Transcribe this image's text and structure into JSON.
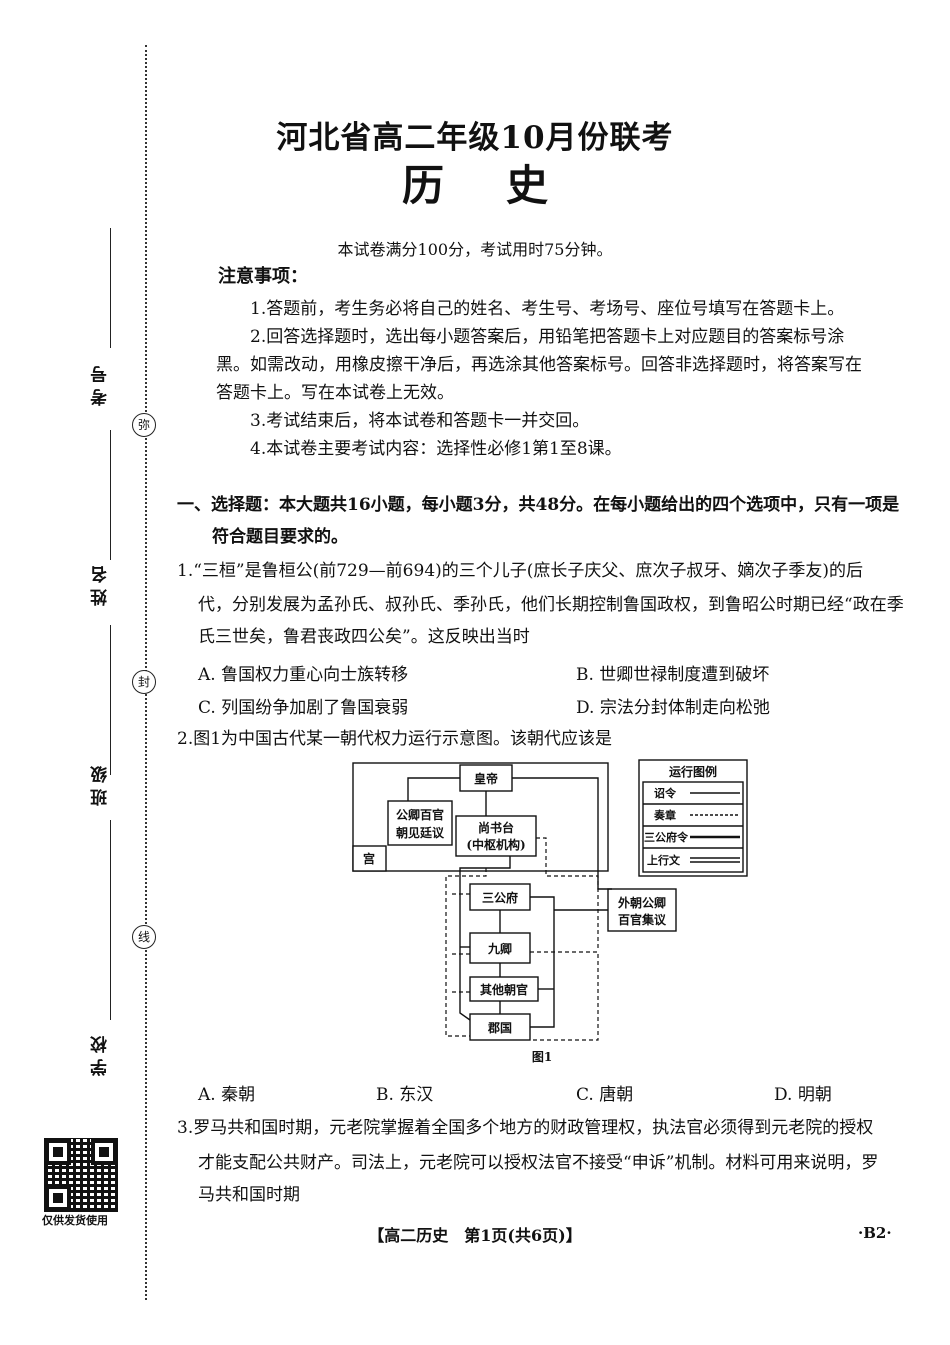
{
  "header": {
    "title": "河北省高二年级10月份联考",
    "subject": "历史",
    "score_info": "本试卷满分100分，考试用时75分钟。"
  },
  "sidebar": {
    "fields": [
      "考号",
      "姓名",
      "班级",
      "学校"
    ],
    "seals": [
      "弥",
      "封",
      "线"
    ],
    "qr_caption": "仅供发货使用"
  },
  "notice": {
    "heading": "注意事项：",
    "items": [
      "1.答题前，考生务必将自己的姓名、考生号、考场号、座位号填写在答题卡上。",
      "2.回答选择题时，选出每小题答案后，用铅笔把答题卡上对应题目的答案标号涂",
      "黑。如需改动，用橡皮擦干净后，再选涂其他答案标号。回答非选择题时，将答案写在",
      "答题卡上。写在本试卷上无效。",
      "3.考试结束后，将本试卷和答题卡一并交回。",
      "4.本试卷主要考试内容：选择性必修1第1至8课。"
    ]
  },
  "section1": {
    "line1": "一、选择题：本大题共16小题，每小题3分，共48分。在每小题给出的四个选项中，只有一项是",
    "line2": "符合题目要求的。"
  },
  "q1": {
    "lines": [
      "1.“三桓”是鲁桓公(前729—前694)的三个儿子(庶长子庆父、庶次子叔牙、嫡次子季友)的后",
      "代，分别发展为孟孙氏、叔孙氏、季孙氏，他们长期控制鲁国政权，到鲁昭公时期已经“政在季",
      "氏三世矣，鲁君丧政四公矣”。这反映出当时"
    ],
    "options": [
      "A. 鲁国权力重心向士族转移",
      "B. 世卿世禄制度遭到破坏",
      "C. 列国纷争加剧了鲁国衰弱",
      "D. 宗法分封体制走向松弛"
    ]
  },
  "q2": {
    "stem": "2.图1为中国古代某一朝代权力运行示意图。该朝代应该是",
    "options": [
      "A. 秦朝",
      "B. 东汉",
      "C. 唐朝",
      "D. 明朝"
    ]
  },
  "diagram": {
    "emperor": "皇帝",
    "court_officials": [
      "公卿百官",
      "朝见廷议"
    ],
    "shangshu": [
      "尚书台",
      "(中枢机构)"
    ],
    "palace": "宫",
    "sangongfu": "三公府",
    "jiuqing": "九卿",
    "other_officials": "其他朝官",
    "commandery": "郡国",
    "outer_court": [
      "外朝公卿",
      "百官集议"
    ],
    "caption": "图1",
    "legend": {
      "title": "运行图例",
      "items": [
        "诏令",
        "奏章",
        "三公府令",
        "上行文"
      ]
    }
  },
  "q3": {
    "lines": [
      "3.罗马共和国时期，元老院掌握着全国多个地方的财政管理权，执法官必须得到元老院的授权",
      "才能支配公共财产。司法上，元老院可以授权法官不接受“申诉”机制。材料可用来说明，罗",
      "马共和国时期"
    ]
  },
  "footer": {
    "page_info": "【高二历史　第1页(共6页)】",
    "code": "·B2·"
  }
}
